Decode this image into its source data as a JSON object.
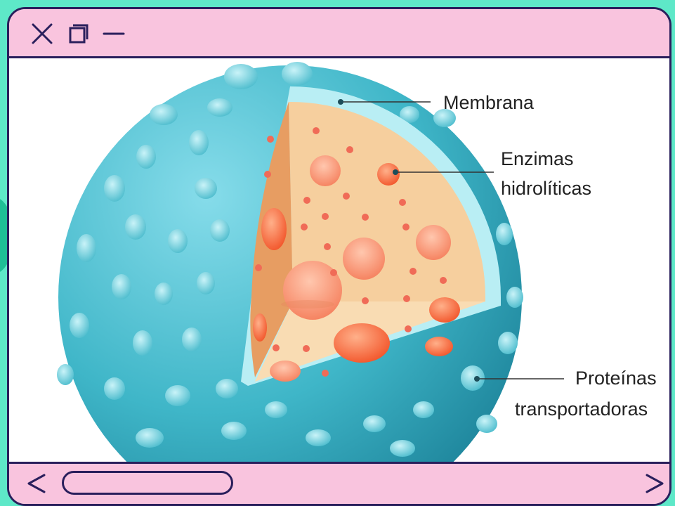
{
  "window": {
    "titlebar_buttons": [
      {
        "icon": "close-icon"
      },
      {
        "icon": "maximize-icon"
      },
      {
        "icon": "minimize-icon"
      }
    ],
    "colors": {
      "background": "#5ee8c8",
      "titlebar": "#f9c4de",
      "border": "#2a1f5c",
      "membrane": "#3fb6c8",
      "membrane_light": "#b9eef4",
      "interior": "#f6cf9e",
      "enzyme": "#f2552a"
    }
  },
  "diagram": {
    "labels": {
      "membrana": "Membrana",
      "enzimas_1": "Enzimas",
      "enzimas_2": "hidrolíticas",
      "proteinas_1": "Proteínas",
      "proteinas_2": "transportadoras"
    }
  },
  "bottombar": {
    "prev_icon": "chevron-left-icon",
    "next_icon": "chevron-right-icon"
  }
}
